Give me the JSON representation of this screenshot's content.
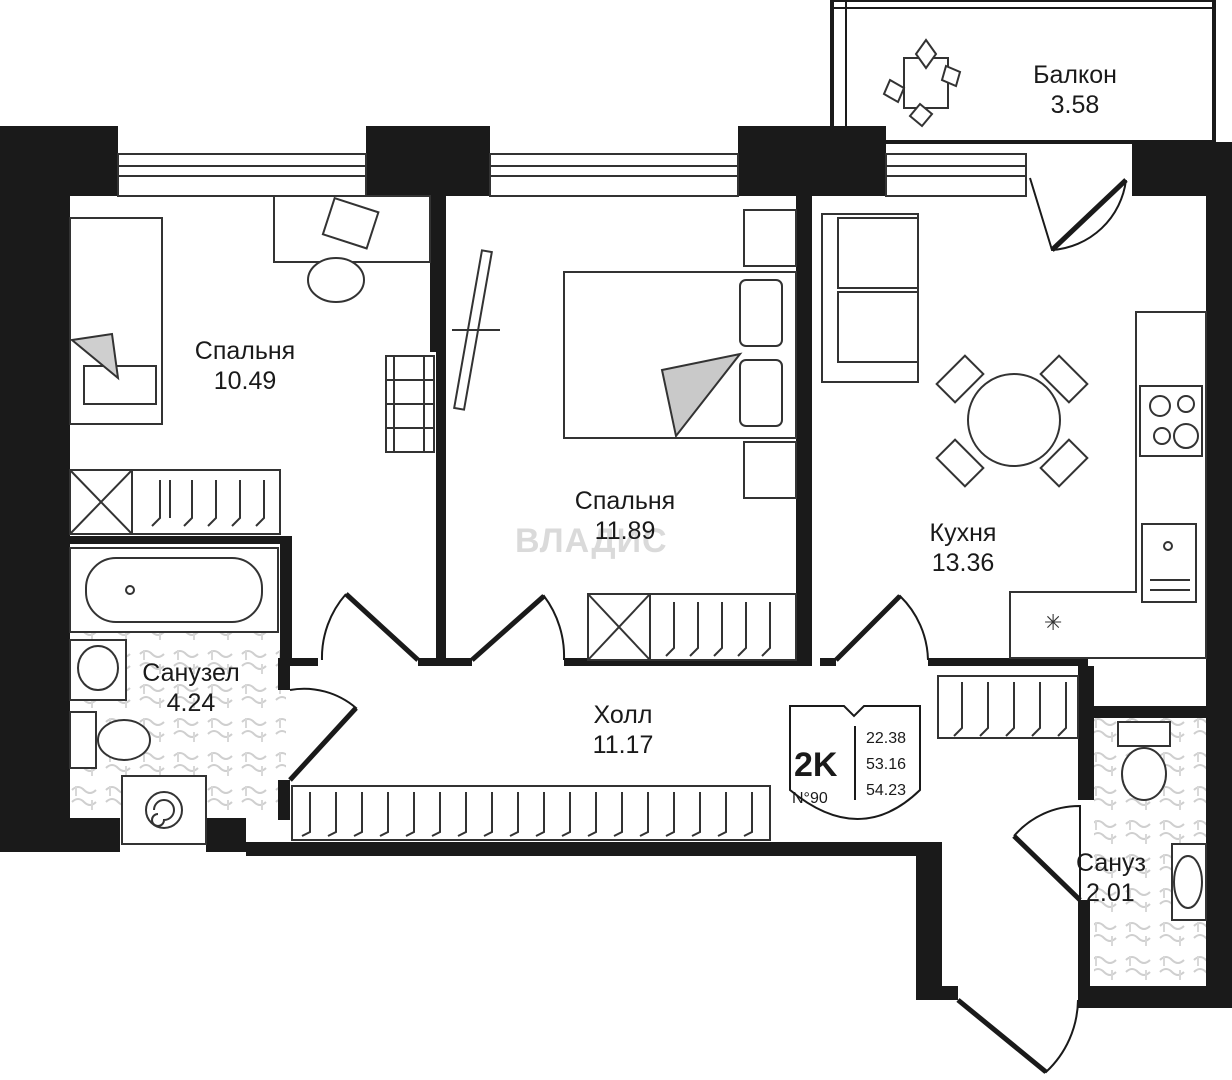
{
  "rooms": {
    "bedroom1": {
      "name": "Спальня",
      "area": "10.49"
    },
    "bedroom2": {
      "name": "Спальня",
      "area": "11.89"
    },
    "kitchen": {
      "name": "Кухня",
      "area": "13.36"
    },
    "balcony": {
      "name": "Балкон",
      "area": "3.58"
    },
    "bathroom1": {
      "name": "Санузел",
      "area": "4.24"
    },
    "bathroom2": {
      "name": "Сануз",
      "area": "2.01"
    },
    "hall": {
      "name": "Холл",
      "area": "11.17"
    }
  },
  "apartment": {
    "code": "2K",
    "number": "N°90",
    "areas": [
      "22.38",
      "53.16",
      "54.23"
    ]
  },
  "watermark": "ВЛАДИС",
  "colors": {
    "wall": "#1a1a1a",
    "furniture_stroke": "#333333",
    "background": "#ffffff",
    "tile": "#e6e6e6"
  }
}
